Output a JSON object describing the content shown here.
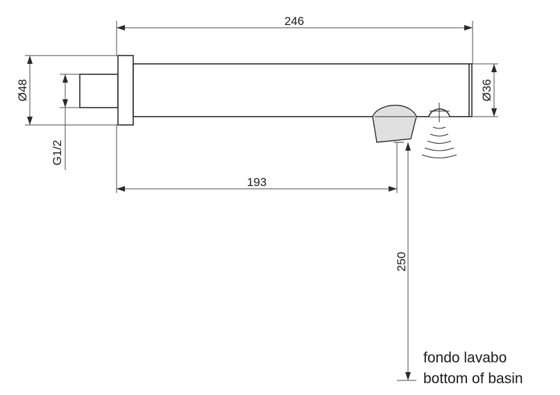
{
  "dimensions": {
    "total_length": "246",
    "spout_reach": "193",
    "height_to_basin": "250",
    "flange_diameter": "Ø48",
    "spout_diameter": "Ø36",
    "thread": "G1/2"
  },
  "labels": {
    "basin_it": "fondo lavabo",
    "basin_en": "bottom of basin"
  },
  "colors": {
    "line": "#2a2a2a",
    "fill_spout": "#e0e0e0"
  }
}
